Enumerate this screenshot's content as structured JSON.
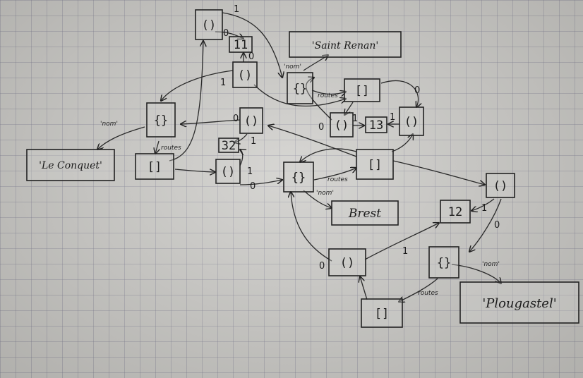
{
  "diagram": {
    "nodes": [
      {
        "id": "t1",
        "text": "()"
      },
      {
        "id": "n11",
        "text": "11"
      },
      {
        "id": "str_sr",
        "text": "'Saint Renan'"
      },
      {
        "id": "t2",
        "text": "()"
      },
      {
        "id": "d_sr",
        "text": "{}"
      },
      {
        "id": "l_sr",
        "text": "[]"
      },
      {
        "id": "d_lc",
        "text": "{}"
      },
      {
        "id": "t3",
        "text": "()"
      },
      {
        "id": "t4",
        "text": "()"
      },
      {
        "id": "n13",
        "text": "13"
      },
      {
        "id": "t5",
        "text": "()"
      },
      {
        "id": "n32",
        "text": "32"
      },
      {
        "id": "str_lc",
        "text": "'Le Conquet'"
      },
      {
        "id": "l_lc",
        "text": "[]"
      },
      {
        "id": "t6",
        "text": "()"
      },
      {
        "id": "d_br",
        "text": "{}"
      },
      {
        "id": "l_br",
        "text": "[]"
      },
      {
        "id": "t7",
        "text": "()"
      },
      {
        "id": "str_br",
        "text": "Brest"
      },
      {
        "id": "n12",
        "text": "12"
      },
      {
        "id": "t8",
        "text": "()"
      },
      {
        "id": "d_pl",
        "text": "{}"
      },
      {
        "id": "str_pl",
        "text": "'Plougastel'"
      },
      {
        "id": "l_pl",
        "text": "[]"
      }
    ],
    "edge_labels": [
      "1",
      "0",
      "0",
      "1",
      "'nom'",
      "routes",
      "0",
      "'nom'",
      "routes",
      "1",
      "0",
      "1",
      "1",
      "0",
      "routes",
      "'nom'",
      "1",
      "0",
      "1",
      "0",
      "'nom'",
      "routes"
    ]
  }
}
